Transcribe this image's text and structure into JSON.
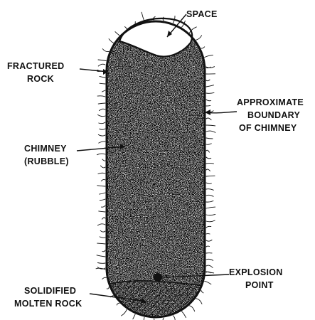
{
  "labels": {
    "space": "SPACE",
    "fractured_rock_1": "FRACTURED",
    "fractured_rock_2": "ROCK",
    "boundary_1": "APPROXIMATE",
    "boundary_2": "BOUNDARY",
    "boundary_3": "OF CHIMNEY",
    "chimney_1": "CHIMNEY",
    "chimney_2": "(RUBBLE)",
    "explosion_1": "EXPLOSION",
    "explosion_2": "POINT",
    "solidified_1": "SOLIDIFIED",
    "solidified_2": "MOLTEN ROCK"
  },
  "colors": {
    "ink": "#111111",
    "rubble_base": "#bdbdbd",
    "space_fill": "#ffffff",
    "molten_hatch": "#111111"
  }
}
